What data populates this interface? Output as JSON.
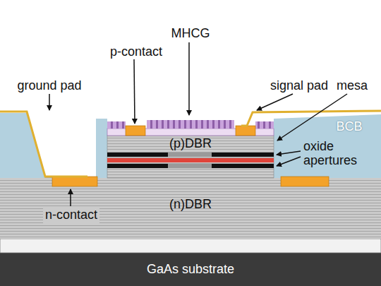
{
  "diagram": {
    "nodes": [
      {
        "text": [
          "(p)DBR"
        ]
      },
      {
        "text": [
          "(n)DBR"
        ]
      },
      {
        "text": [
          "GaAs substrate"
        ]
      }
    ],
    "labels": [
      "MHCG",
      "p-contact",
      "ground pad",
      "signal pad",
      "mesa",
      "BCB",
      "oxide apertures",
      "n-contact"
    ]
  }
}
